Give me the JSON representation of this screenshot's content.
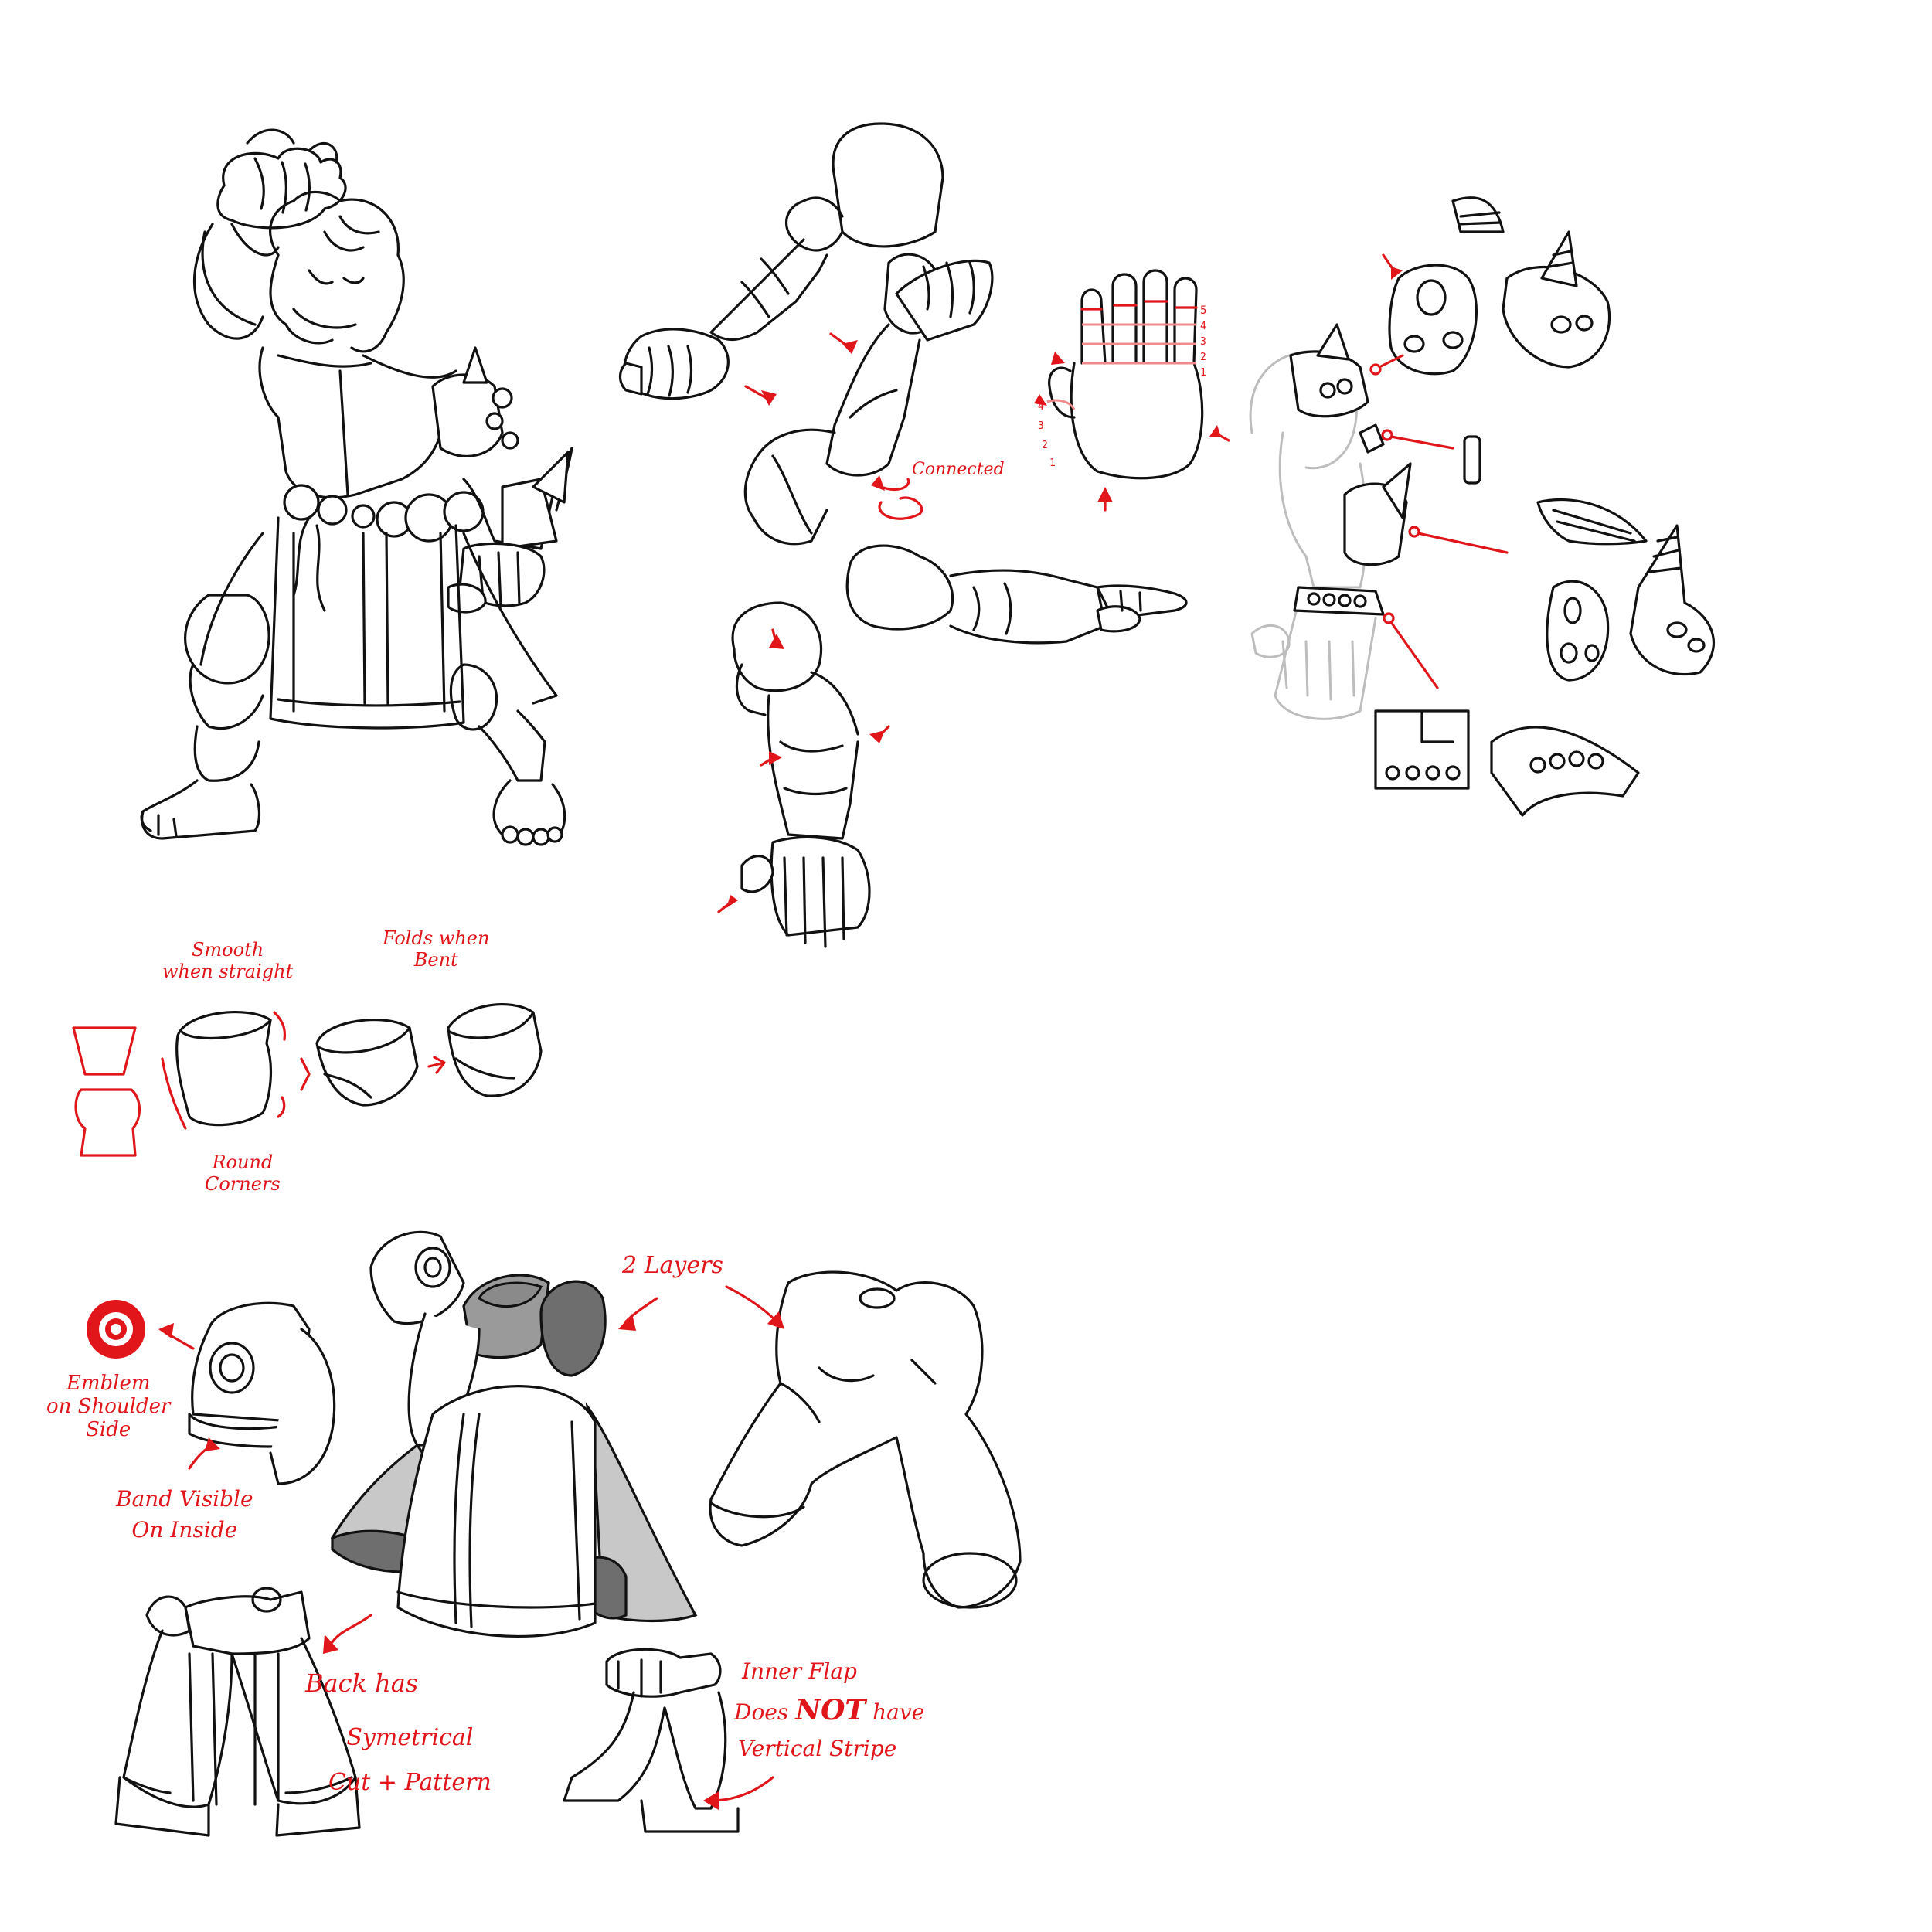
{
  "annotations": {
    "connected": "Connected",
    "smooth": "Smooth\nwhen straight",
    "folds": "Folds when\nBent",
    "round": "Round\nCorners",
    "two_layers": "2 Layers",
    "emblem": "Emblem\non Shoulder\nSide",
    "band": "Band Visible\nOn Inside",
    "back": "Back has",
    "symmetrical": "Symetrical\nCut + Pattern",
    "inner_flap_1": "Inner Flap",
    "inner_flap_does": "Does",
    "inner_flap_not": "NOT",
    "inner_flap_have": "have",
    "inner_flap_3": "Vertical Stripe",
    "finger_numbers": [
      "5",
      "4",
      "3",
      "2",
      "1"
    ],
    "thumb_numbers": [
      "4",
      "3",
      "2",
      "1"
    ]
  },
  "colors": {
    "ink": "#111111",
    "annotation_red": "#e0161b",
    "ghost_gray": "#bdbdbd",
    "shade_dark": "#6e6e6e",
    "shade_mid": "#9a9a9a",
    "shade_light": "#c8c8c8"
  }
}
